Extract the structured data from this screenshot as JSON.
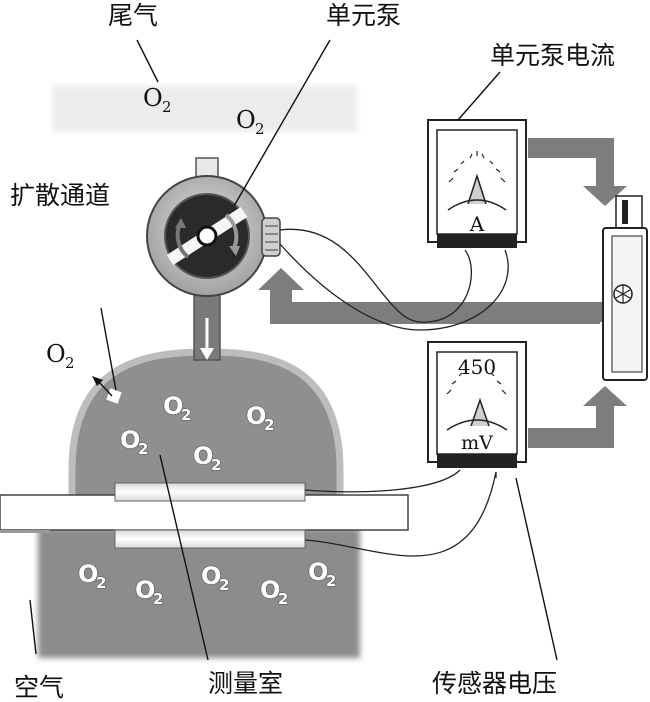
{
  "labels": {
    "exhaust": "尾气",
    "unit_pump": "单元泵",
    "pump_current": "单元泵电流",
    "diffusion_channel": "扩散通道",
    "air": "空气",
    "measuring_chamber": "测量室",
    "sensor_voltage": "传感器电压"
  },
  "o2": {
    "main": "O",
    "sub": "2"
  },
  "meters": {
    "ammeter": {
      "unit": "A"
    },
    "voltmeter": {
      "value": "450",
      "unit": "mV"
    }
  },
  "colors": {
    "chamber": "#8f8f8f",
    "air_block": "#8c8c8c",
    "arrow": "#7d7d7d",
    "exhaust_band": "#ececec"
  }
}
